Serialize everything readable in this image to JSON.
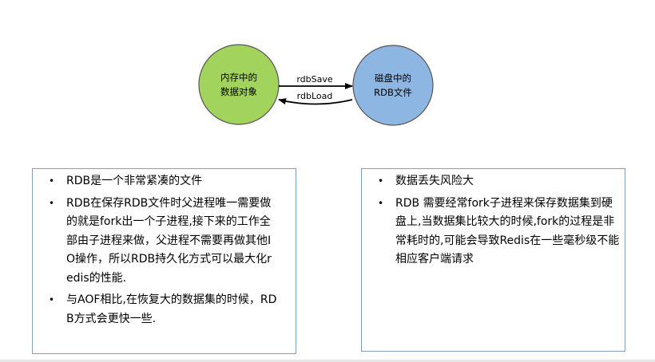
{
  "diagram": {
    "nodes": [
      {
        "id": "memory",
        "lines": [
          "内存中的",
          "数据对象"
        ],
        "color": "#a2d35c"
      },
      {
        "id": "disk",
        "lines": [
          "磁盘中的",
          "RDB文件"
        ],
        "color": "#8db6e2"
      }
    ],
    "edges": [
      {
        "from": "memory",
        "to": "disk",
        "label": "rdbSave"
      },
      {
        "from": "disk",
        "to": "memory",
        "label": "rdbLoad"
      }
    ]
  },
  "pros": {
    "bullet": "•",
    "items": [
      "RDB是一个非常紧凑的文件",
      "RDB在保存RDB文件时父进程唯一需要做的就是fork出一个子进程,接下来的工作全部由子进程来做，父进程不需要再做其他IO操作，所以RDB持久化方式可以最大化redis的性能.",
      "与AOF相比,在恢复大的数据集的时候，RDB方式会更快一些."
    ]
  },
  "cons": {
    "bullet": "•",
    "items": [
      "数据丢失风险大",
      "RDB 需要经常fork子进程来保存数据集到硬盘上,当数据集比较大的时候,fork的过程是非常耗时的,可能会导致Redis在一些毫秒级不能相应客户端请求"
    ]
  }
}
